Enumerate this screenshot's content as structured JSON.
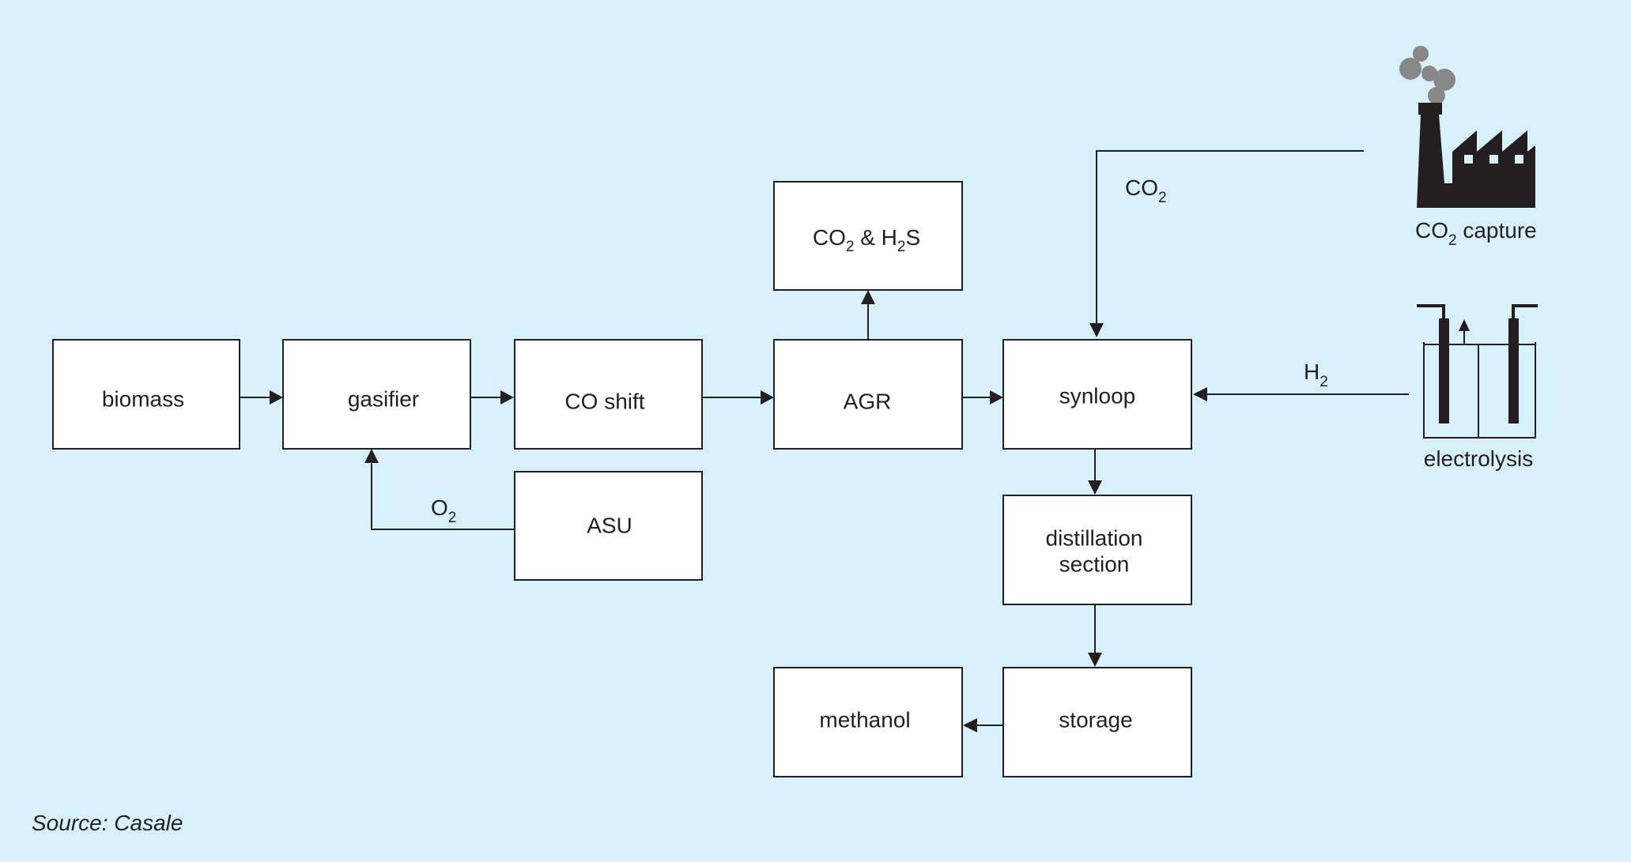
{
  "boxes": {
    "biomass": "biomass",
    "gasifier": "gasifier",
    "co_shift": "CO shift",
    "agr": "AGR",
    "asu": "ASU",
    "co2_h2s": {
      "a": "CO",
      "a_sub": "2",
      "b": " & H",
      "b_sub": "2",
      "c": "S"
    },
    "synloop": "synloop",
    "distillation_line1": "distillation",
    "distillation_line2": "section",
    "storage": "storage",
    "methanol": "methanol"
  },
  "flows": {
    "o2": {
      "main": "O",
      "sub": "2"
    },
    "co2": {
      "main": "CO",
      "sub": "2"
    },
    "h2": {
      "main": "H",
      "sub": "2"
    }
  },
  "icons": {
    "co2_capture": {
      "main": "CO",
      "sub": "2",
      "rest": " capture"
    },
    "electrolysis": "electrolysis"
  },
  "colors": {
    "background": "#d8f0f9",
    "box_fill": "#ffffff",
    "ink": "#231f20",
    "smoke": "#888888"
  },
  "source": "Source: Casale"
}
